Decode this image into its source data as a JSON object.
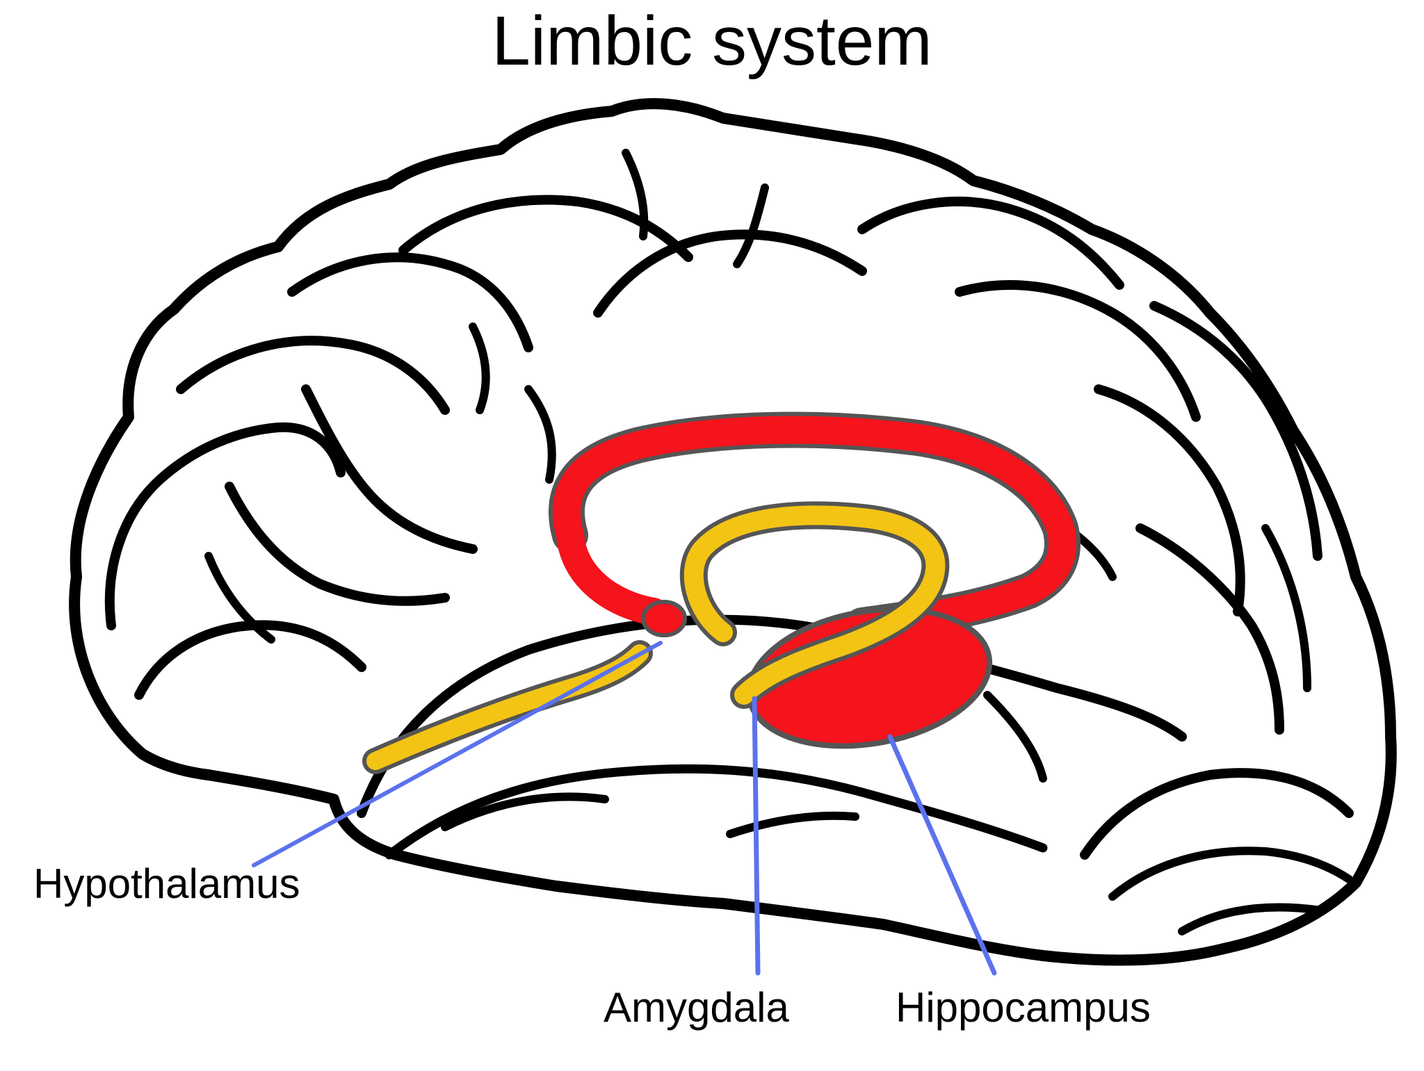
{
  "title": "Limbic system",
  "labels": {
    "hypothalamus": "Hypothalamus",
    "amygdala": "Amygdala",
    "hippocampus": "Hippocampus"
  },
  "colors": {
    "outline": "#000000",
    "cingulate": "#f5131c",
    "fornix": "#f3c414",
    "leader_line": "#5b72ee",
    "structure_edge": "#555555"
  }
}
